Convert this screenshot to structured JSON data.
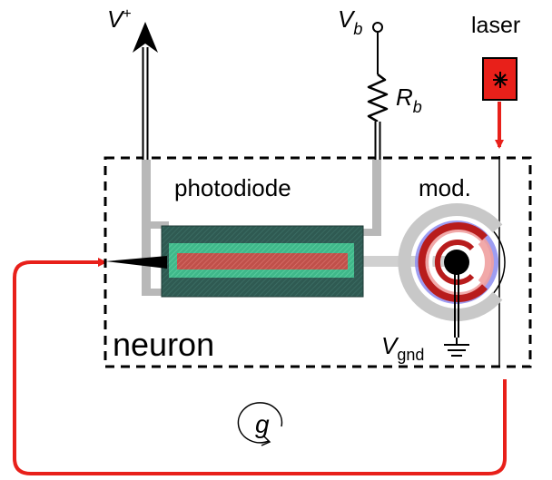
{
  "labels": {
    "v_plus": "V",
    "v_plus_sup": "+",
    "v_b": "V",
    "v_b_sub": "b",
    "r_b": "R",
    "r_b_sub": "b",
    "laser": "laser",
    "photodiode": "photodiode",
    "mod": "mod.",
    "neuron": "neuron",
    "v_gnd": "V",
    "v_gnd_sub": "gnd",
    "gain": "g"
  },
  "colors": {
    "feedback_red": "#e8201a",
    "laser_box": "#e8201a",
    "waveguide_gray": "#b8b8b8",
    "photodiode_dark": "#2f5a52",
    "photodiode_green": "#3fb88a",
    "photodiode_core": "#c0504a",
    "ring_red": "#b81c1c",
    "ring_blue": "#8c8cf0",
    "ring_pink": "#f0a0a0"
  },
  "icons": {
    "laser": "star-icon",
    "ground": "ground-icon",
    "resistor": "resistor-icon",
    "loop": "loop-arrow-icon"
  }
}
